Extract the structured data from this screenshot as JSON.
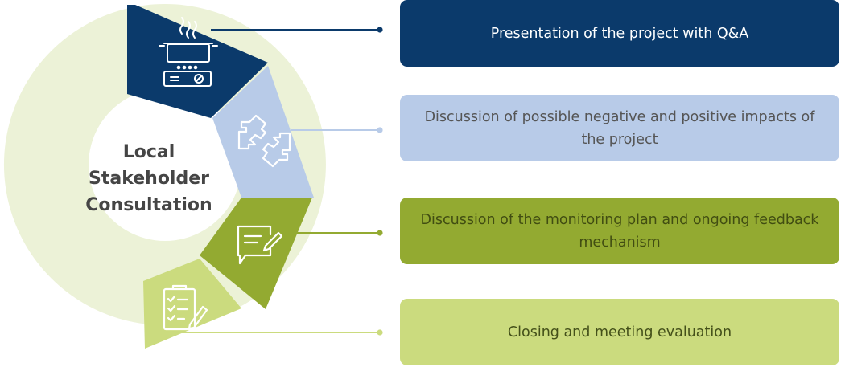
{
  "center": {
    "lines": [
      "Local",
      "Stakeholder",
      "Consultation"
    ]
  },
  "steps": [
    {
      "label": "Presentation of the project with Q&A",
      "icon": "cooking-pot-stove-icon",
      "color": "#0b3a6b"
    },
    {
      "label": "Discussion of possible negative and positive impacts of the project",
      "icon": "puzzle-pieces-icon",
      "color": "#b8cbe8"
    },
    {
      "label": "Discussion of the monitoring plan and ongoing feedback mechanism",
      "icon": "chat-edit-icon",
      "color": "#93aa31"
    },
    {
      "label": "Closing and meeting evaluation",
      "icon": "clipboard-checklist-icon",
      "color": "#cbdb7e"
    }
  ],
  "colors": {
    "ring_background": "#ecf2d7",
    "icon_stroke": "#ffffff"
  }
}
